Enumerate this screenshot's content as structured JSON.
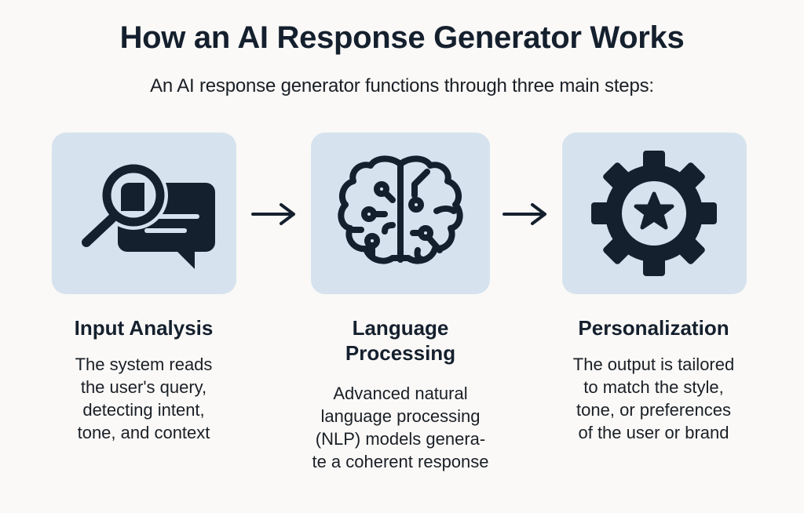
{
  "header": {
    "title": "How an AI Response Generator Works",
    "subtitle": "An AI response generator functions through three main steps:"
  },
  "steps": [
    {
      "icon": "search-chat-icon",
      "title": "Input Analysis",
      "title_lines": [
        "Input Analysis"
      ],
      "description_lines": [
        "The system reads",
        "the user's query,",
        "detecting intent,",
        "tone, and context"
      ]
    },
    {
      "icon": "brain-circuit-icon",
      "title": "Language Processing",
      "title_lines": [
        "Language",
        "Processing"
      ],
      "description_lines": [
        "Advanced natural",
        "language processing",
        "(NLP) models genera-",
        "te a coherent response"
      ]
    },
    {
      "icon": "gear-star-icon",
      "title": "Personalization",
      "title_lines": [
        "Personalization"
      ],
      "description_lines": [
        "The output is tailored",
        "to match the style,",
        "tone, or preferences",
        "of the user or brand"
      ]
    }
  ],
  "connectors": [
    {
      "icon": "arrow-right-icon"
    },
    {
      "icon": "arrow-right-icon"
    }
  ],
  "colors": {
    "background": "#faf9f7",
    "card": "#d6e3ee",
    "icon": "#15202e",
    "text": "#15202e"
  }
}
